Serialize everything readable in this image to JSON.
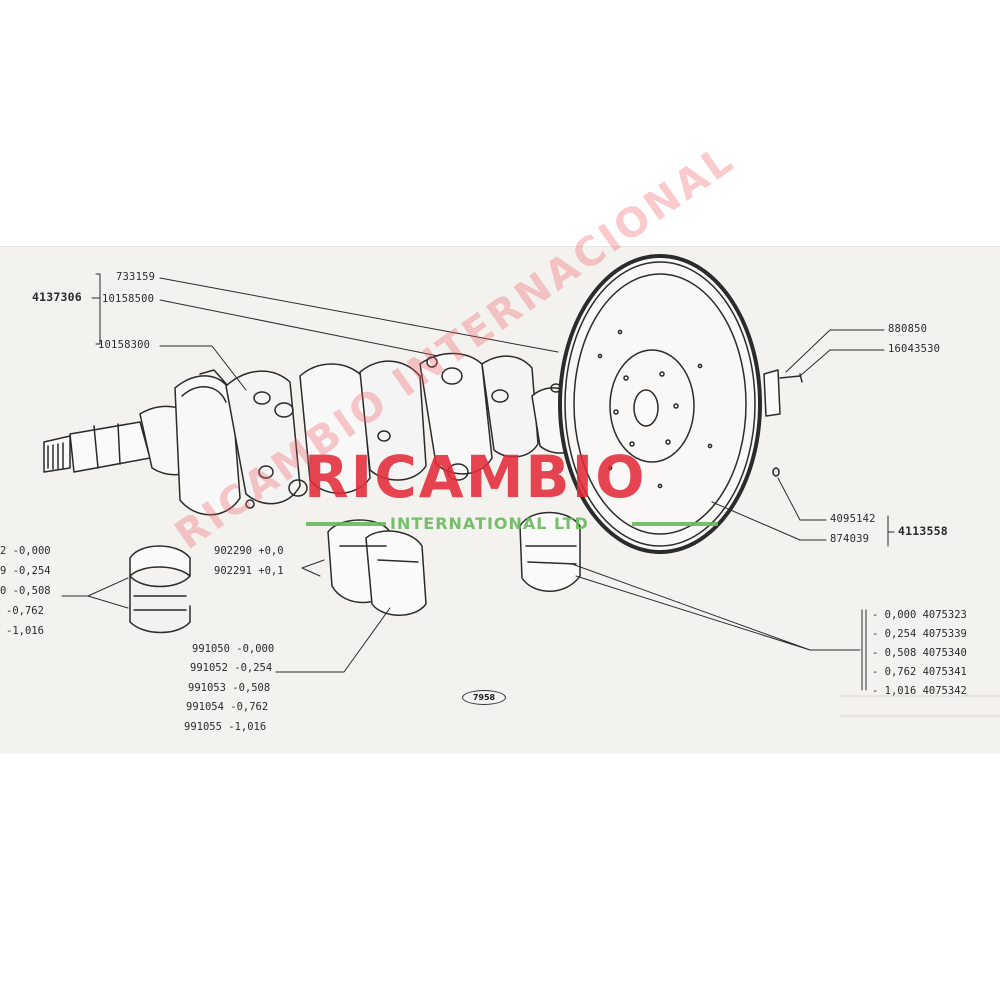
{
  "figure_number": "7958",
  "top_group": {
    "assembly_no": "4137306",
    "parts": [
      "733159",
      "10158500",
      "10158300"
    ]
  },
  "flywheel_bolts": [
    "880850",
    "16043530"
  ],
  "flywheel_group": {
    "assembly_no": "4113558",
    "parts": [
      "4095142",
      "874039"
    ]
  },
  "thrust_washers": [
    {
      "part": "902290",
      "size": "+0,0"
    },
    {
      "part": "902291",
      "size": "+0,1"
    }
  ],
  "center_bearings": [
    {
      "part": "991050",
      "size": "-0,000"
    },
    {
      "part": "991052",
      "size": "-0,254"
    },
    {
      "part": "991053",
      "size": "-0,508"
    },
    {
      "part": "991054",
      "size": "-0,762"
    },
    {
      "part": "991055",
      "size": "-1,016"
    }
  ],
  "left_bearings": [
    {
      "part": "2",
      "size": "-0,000"
    },
    {
      "part": "9",
      "size": "-0,254"
    },
    {
      "part": "0",
      "size": "-0,508"
    },
    {
      "part": "",
      "size": "-0,762"
    },
    {
      "part": "",
      "size": "-1,016"
    }
  ],
  "right_bearings": [
    {
      "size": "0,000",
      "part": "4075323"
    },
    {
      "size": "0,254",
      "part": "4075339"
    },
    {
      "size": "0,508",
      "part": "4075340"
    },
    {
      "size": "0,762",
      "part": "4075341"
    },
    {
      "size": "1,016",
      "part": "4075342"
    }
  ],
  "watermark": {
    "brand": "RICAMBIO",
    "subtitle": "INTERNATIONAL LTD",
    "diagonal": "RICAMBIO INTERNACIONAL",
    "brand_color": "#e42a3a",
    "subtitle_color": "#68b85c"
  },
  "ink_color": "#2b2b2b",
  "paper_color": "#f4f2ef"
}
